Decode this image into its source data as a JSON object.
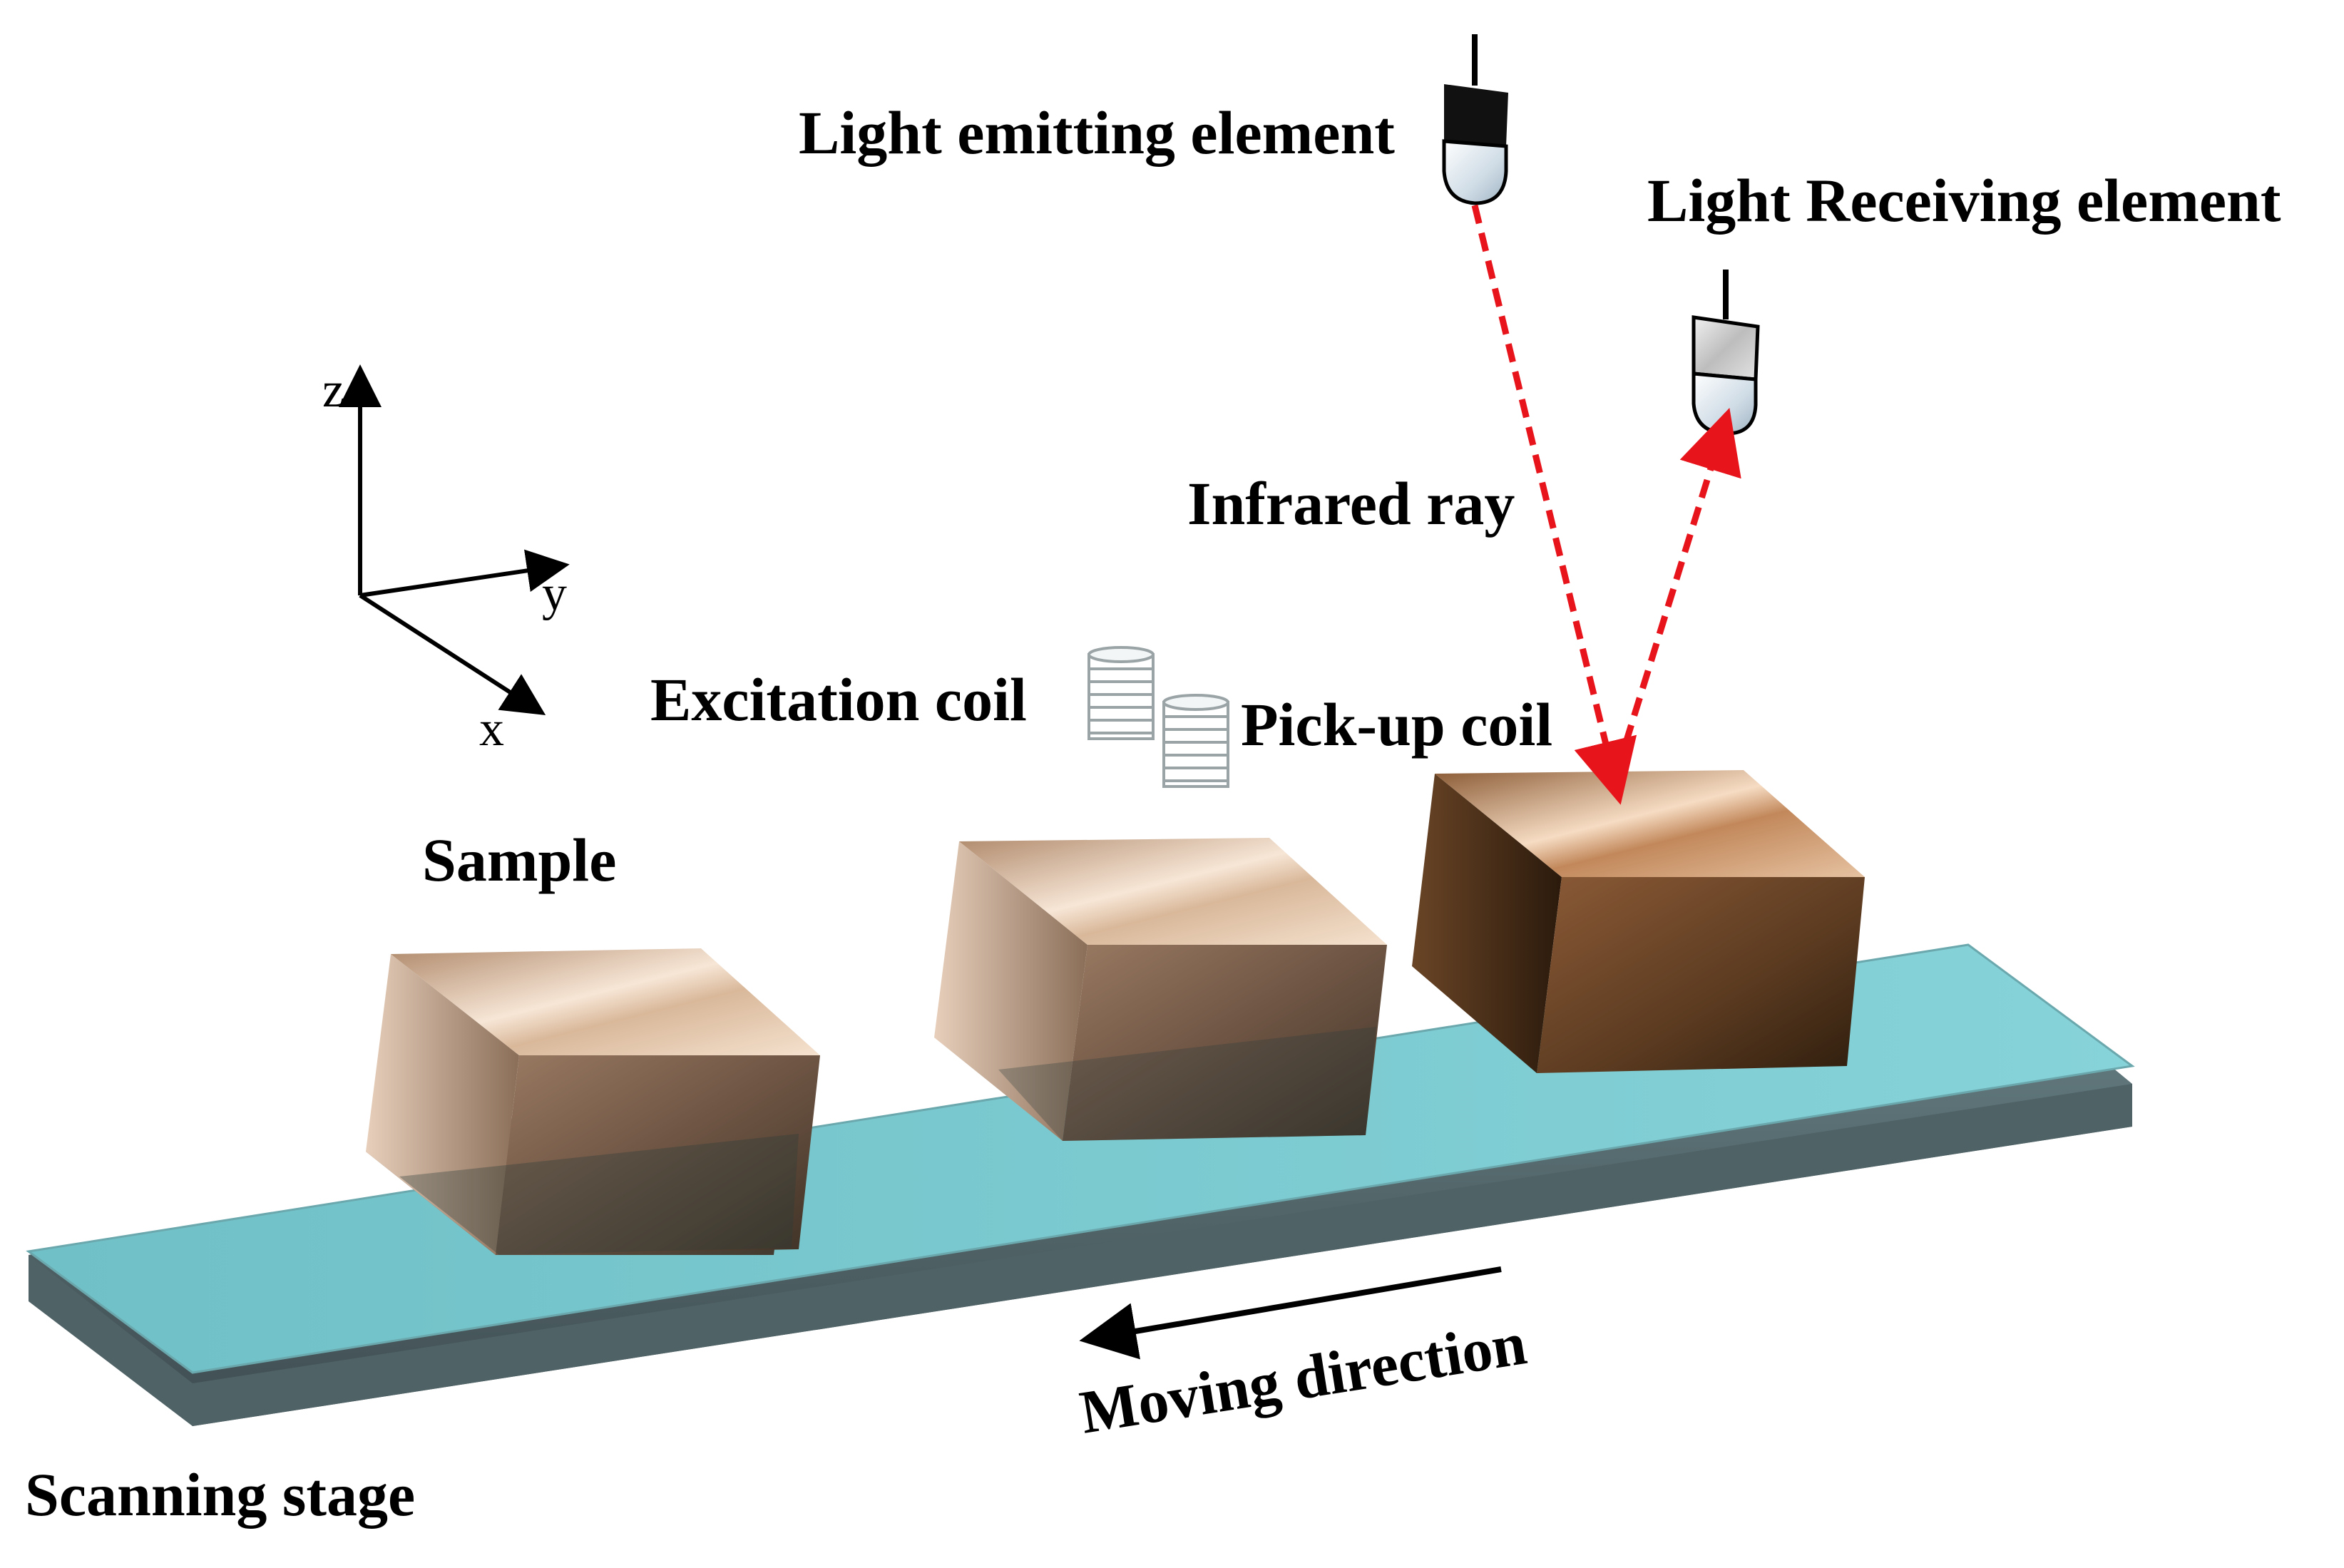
{
  "labels": {
    "light_emitting": "Light emitting element",
    "light_receiving": "Light Receiving element",
    "infrared_ray": "Infrared ray",
    "excitation_coil": "Excitation coil",
    "pickup_coil": "Pick-up coil",
    "sample": "Sample",
    "moving_direction": "Moving direction",
    "scanning_stage": "Scanning stage"
  },
  "axes": {
    "z": "z",
    "y": "y",
    "x": "x"
  },
  "colors": {
    "ray": "#e8141b",
    "stage_top": "#79c9cf",
    "stage_side": "#5a6e72",
    "block_light": "#f2d6bf",
    "block_dark": "#3a2412",
    "sensor_body": "#1a1a1a",
    "sensor_lens": "#dfe8ef"
  }
}
